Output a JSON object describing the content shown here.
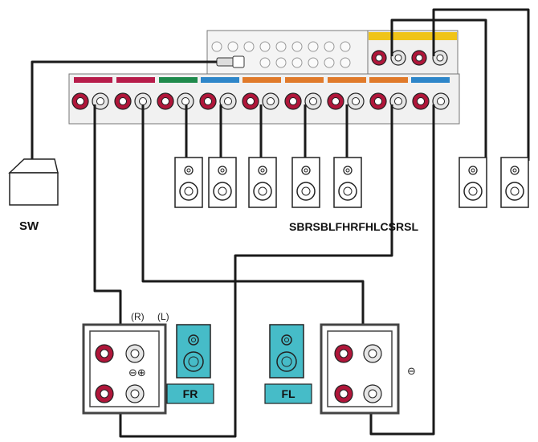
{
  "speaker_labels": {
    "sw": "SW",
    "rear_row": "SBRSBLFHRFHLCSRSL",
    "fr": "FR",
    "fl": "FL"
  },
  "amp_labels": {
    "right_channel": "(R)",
    "left_channel": "(L)"
  },
  "polarity_symbols": {
    "fr_amp": "⊖⊕",
    "fl_amp": "⊖"
  },
  "colors": {
    "wire": "#1a1a1a",
    "terminal_red": "#b0163a",
    "terminal_white": "#e6e6e6",
    "front_speaker_fill": "#46bcc8",
    "receiver_panel": "#f1f1f1",
    "section_red": "#b71c4a",
    "section_green": "#1f8a4c",
    "section_blue": "#2e86c9",
    "section_orange": "#e07a2a",
    "section_yellow": "#f0c419"
  }
}
